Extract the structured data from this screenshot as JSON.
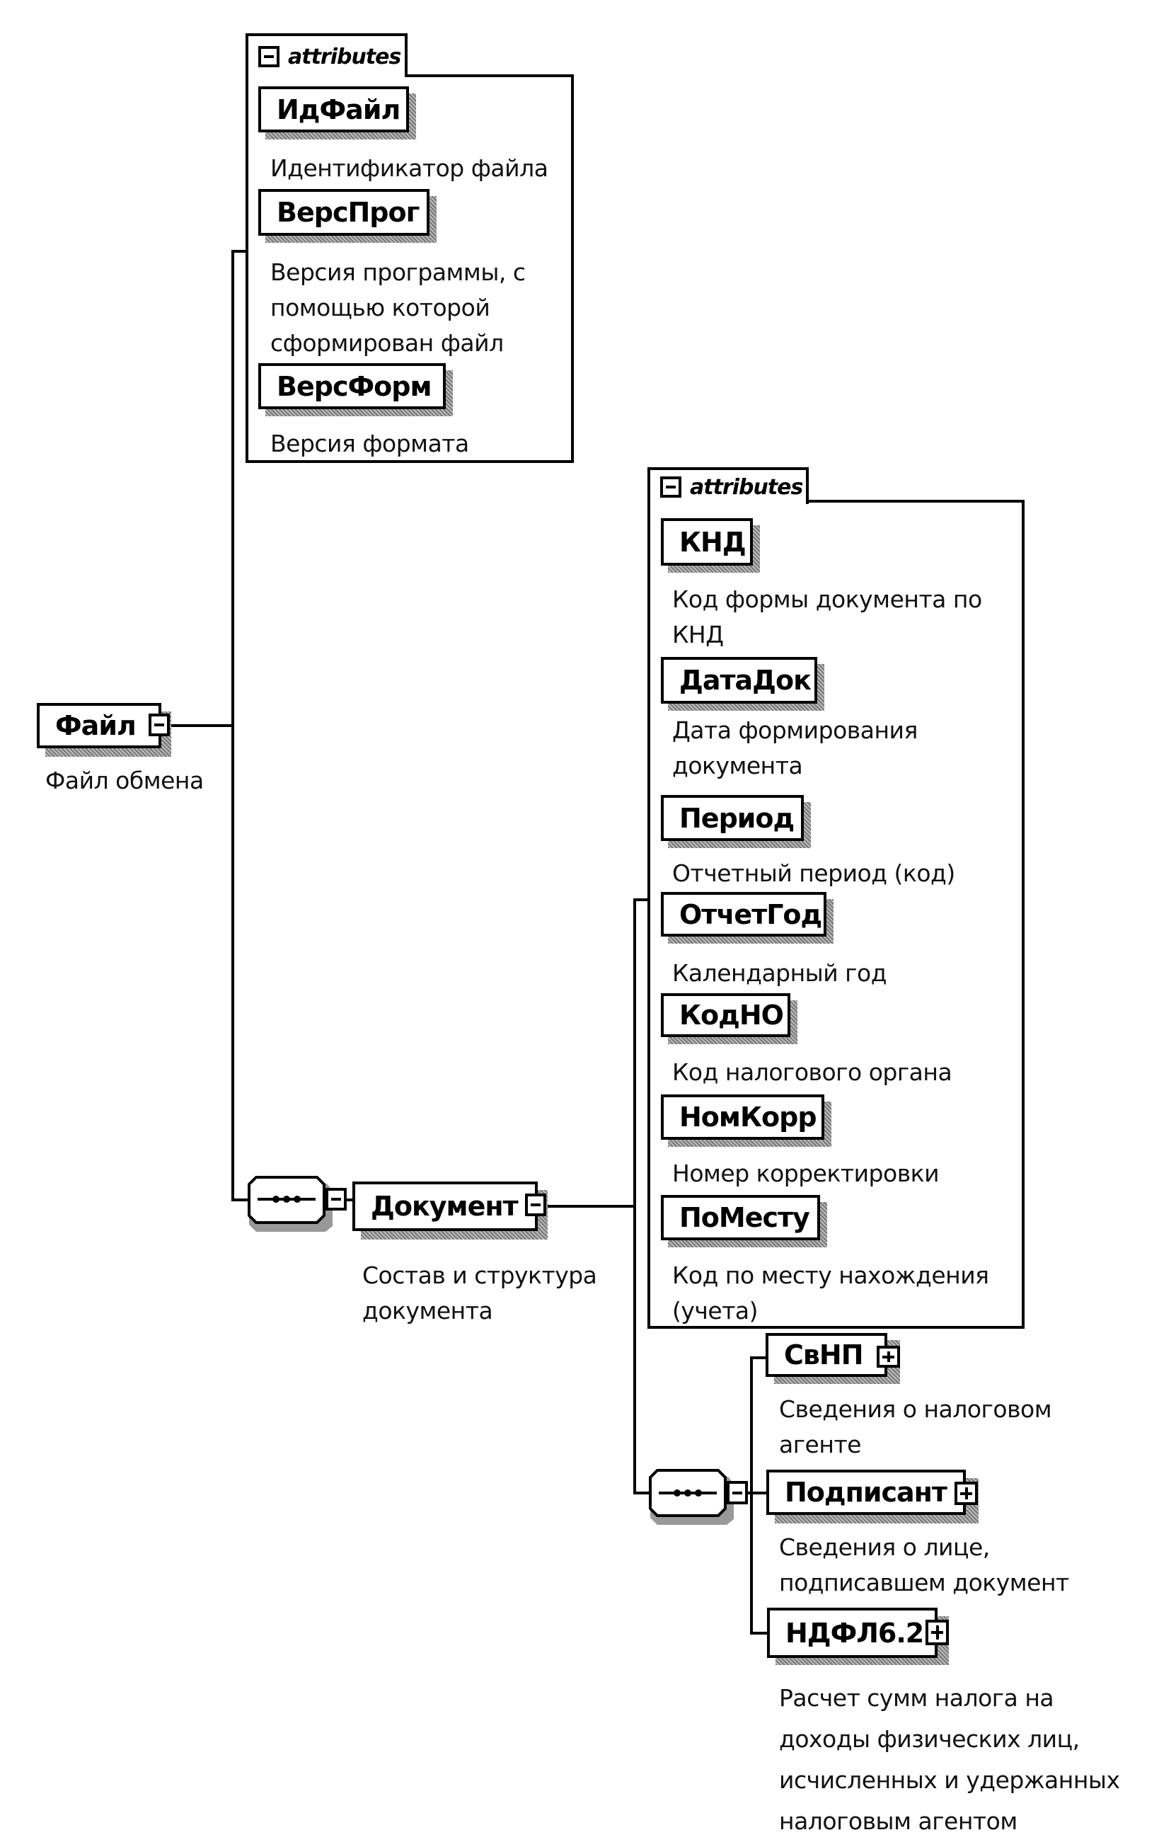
{
  "diagram": {
    "root": {
      "name": "Файл",
      "description": "Файл обмена",
      "expanded": true,
      "attributes": {
        "title": "attributes",
        "items": [
          {
            "name": "ИдФайл",
            "description": "Идентификатор файла"
          },
          {
            "name": "ВерсПрог",
            "description": "Версия программы, с\nпомощью которой\nсформирован файл"
          },
          {
            "name": "ВерсФорм",
            "description": "Версия формата"
          }
        ]
      }
    },
    "document": {
      "name": "Документ",
      "description": "Состав и структура\nдокумента",
      "expanded": true,
      "attributes": {
        "title": "attributes",
        "items": [
          {
            "name": "КНД",
            "description": "Код формы документа по\nКНД"
          },
          {
            "name": "ДатаДок",
            "description": "Дата формирования\nдокумента"
          },
          {
            "name": "Период",
            "description": "Отчетный период (код)"
          },
          {
            "name": "ОтчетГод",
            "description": "Календарный год"
          },
          {
            "name": "КодНО",
            "description": "Код налогового органа"
          },
          {
            "name": "НомКорр",
            "description": "Номер корректировки"
          },
          {
            "name": "ПоМесту",
            "description": "Код по месту нахождения\n(учета)"
          }
        ]
      },
      "children": [
        {
          "name": "СвНП",
          "description": "Сведения о налоговом\nагенте",
          "expanded": false
        },
        {
          "name": "Подписант",
          "description": "Сведения о лице,\nподписавшем документ",
          "expanded": false
        },
        {
          "name": "НДФЛ6.2",
          "description": "Расчет сумм налога на\nдоходы физических лиц,\nисчисленных и удержанных\nналоговым агентом",
          "expanded": false
        }
      ]
    },
    "sequence_icon": "sequence-compositor-icon"
  }
}
